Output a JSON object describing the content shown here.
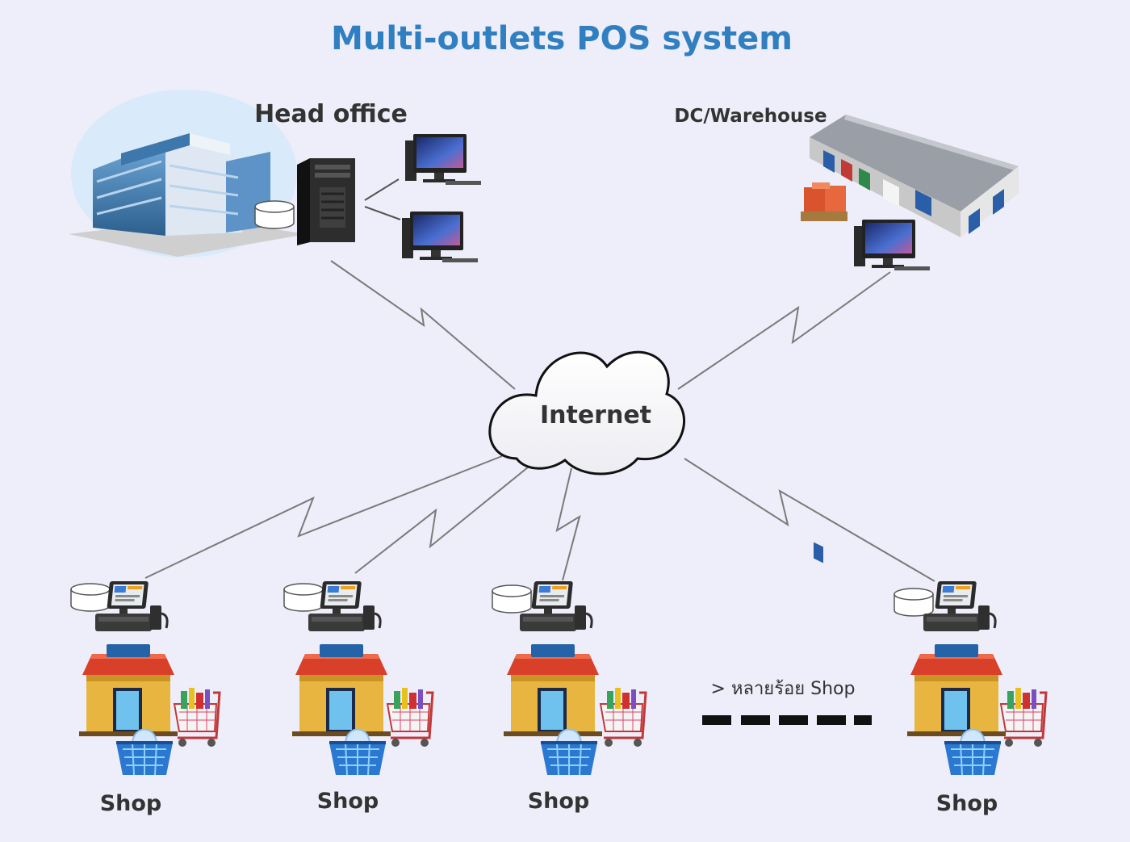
{
  "title": "Multi-outlets POS system",
  "nodes": {
    "head_office": "Head office",
    "warehouse": "DC/Warehouse",
    "internet": "Internet",
    "more_shops": "> หลายร้อย Shop"
  },
  "shops": [
    {
      "label": "Shop"
    },
    {
      "label": "Shop"
    },
    {
      "label": "Shop"
    },
    {
      "label": "Shop"
    }
  ],
  "colors": {
    "title": "#2f7fc1",
    "background": "#eeeefa",
    "link": "#7a7a7a",
    "shop_wall": "#e8b640",
    "shop_roof": "#d8402a",
    "warehouse_roof": "#9a9ea6"
  },
  "icons": [
    "office-building-icon",
    "server-icon",
    "desktop-computer-icon",
    "database-icon",
    "cloud-icon",
    "warehouse-icon",
    "pos-terminal-icon",
    "shop-icon",
    "shopping-cart-icon",
    "shopping-basket-icon"
  ]
}
